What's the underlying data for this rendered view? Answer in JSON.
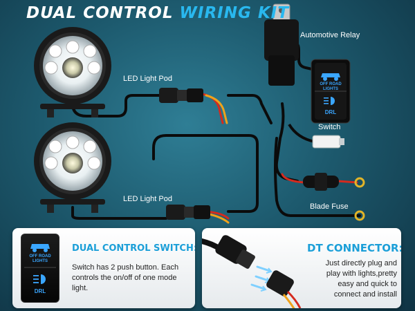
{
  "title": {
    "part1": "DUAL CONTROL",
    "part2": "WIRING KIT"
  },
  "labels": {
    "relay": "Automotive Relay",
    "pod_top": "LED Light Pod",
    "pod_bottom": "LED Light Pod",
    "switch": "Switch",
    "fuse": "Blade Fuse"
  },
  "switch_panel": {
    "off_road_line1": "OFF ROAD",
    "off_road_line2": "LIGHTS",
    "drl": "DRL"
  },
  "info_left": {
    "heading": "DUAL CONTROL SWITCH:",
    "text": "Switch has 2 push button. Each controls the on/off of one mode light."
  },
  "info_right": {
    "heading": "DT CONNECTOR:",
    "text": "Just directly plug and play with lights,pretty easy and quick to connect and install"
  },
  "colors": {
    "accent_blue": "#29b8ef",
    "switch_glow": "#3aa6ff",
    "background": "#1d5a6e"
  },
  "icons": [
    "light-pod-icon",
    "relay-icon",
    "rocker-switch-icon",
    "blade-fuse-icon",
    "dt-connector-icon",
    "jeep-icon",
    "drl-icon"
  ]
}
